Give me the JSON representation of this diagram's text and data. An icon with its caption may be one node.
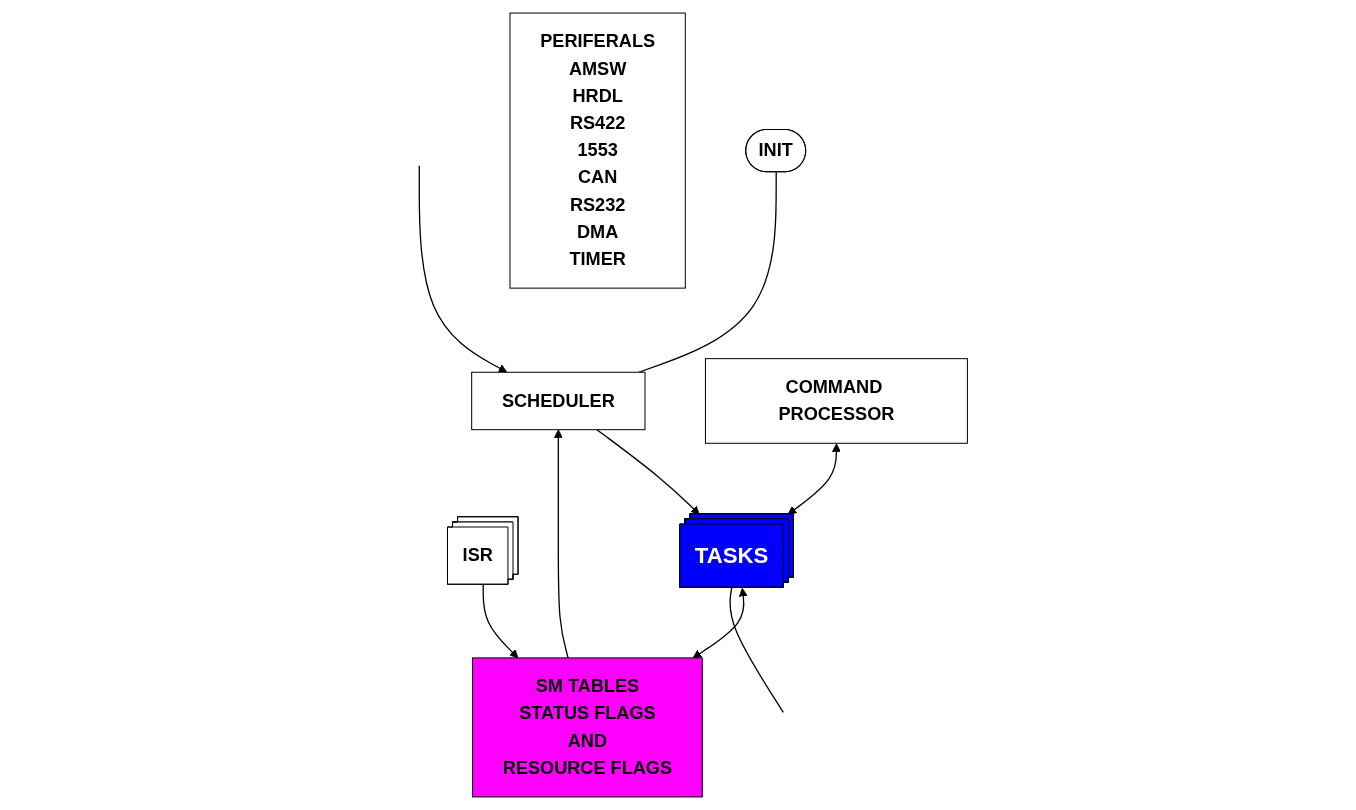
{
  "diagram": {
    "nodes": [
      {
        "text": [
          "INIT"
        ]
      },
      {
        "text": [
          "SCHEDULER"
        ]
      },
      {
        "text": [
          "SM TABLES",
          "STATUS FLAGS",
          "AND",
          "RESOURCE FLAGS"
        ]
      },
      {
        "text": [
          "ISR"
        ]
      },
      {
        "text": [
          "COMMAND PROCESSOR"
        ]
      },
      {
        "text": [
          "TASKS"
        ]
      },
      {
        "text": [
          "PERIFERALS",
          "AMSW",
          "HRDL",
          "RS422",
          "1553",
          "CAN",
          "RS232",
          "DMA",
          "TIMER"
        ]
      }
    ],
    "edges": [
      {
        "from": 0,
        "to": 1,
        "arrow": "none"
      },
      {
        "from": null,
        "to": 1,
        "arrow": "to"
      },
      {
        "from": 2,
        "to": 1,
        "arrow": "to"
      },
      {
        "from": 1,
        "to": 5,
        "arrow": "to"
      },
      {
        "from": 3,
        "to": 2,
        "arrow": "to"
      },
      {
        "from": 4,
        "to": 5,
        "arrow": "both"
      },
      {
        "from": 5,
        "to": 2,
        "arrow": "both"
      },
      {
        "from": 5,
        "to": null,
        "arrow": "none"
      }
    ]
  }
}
